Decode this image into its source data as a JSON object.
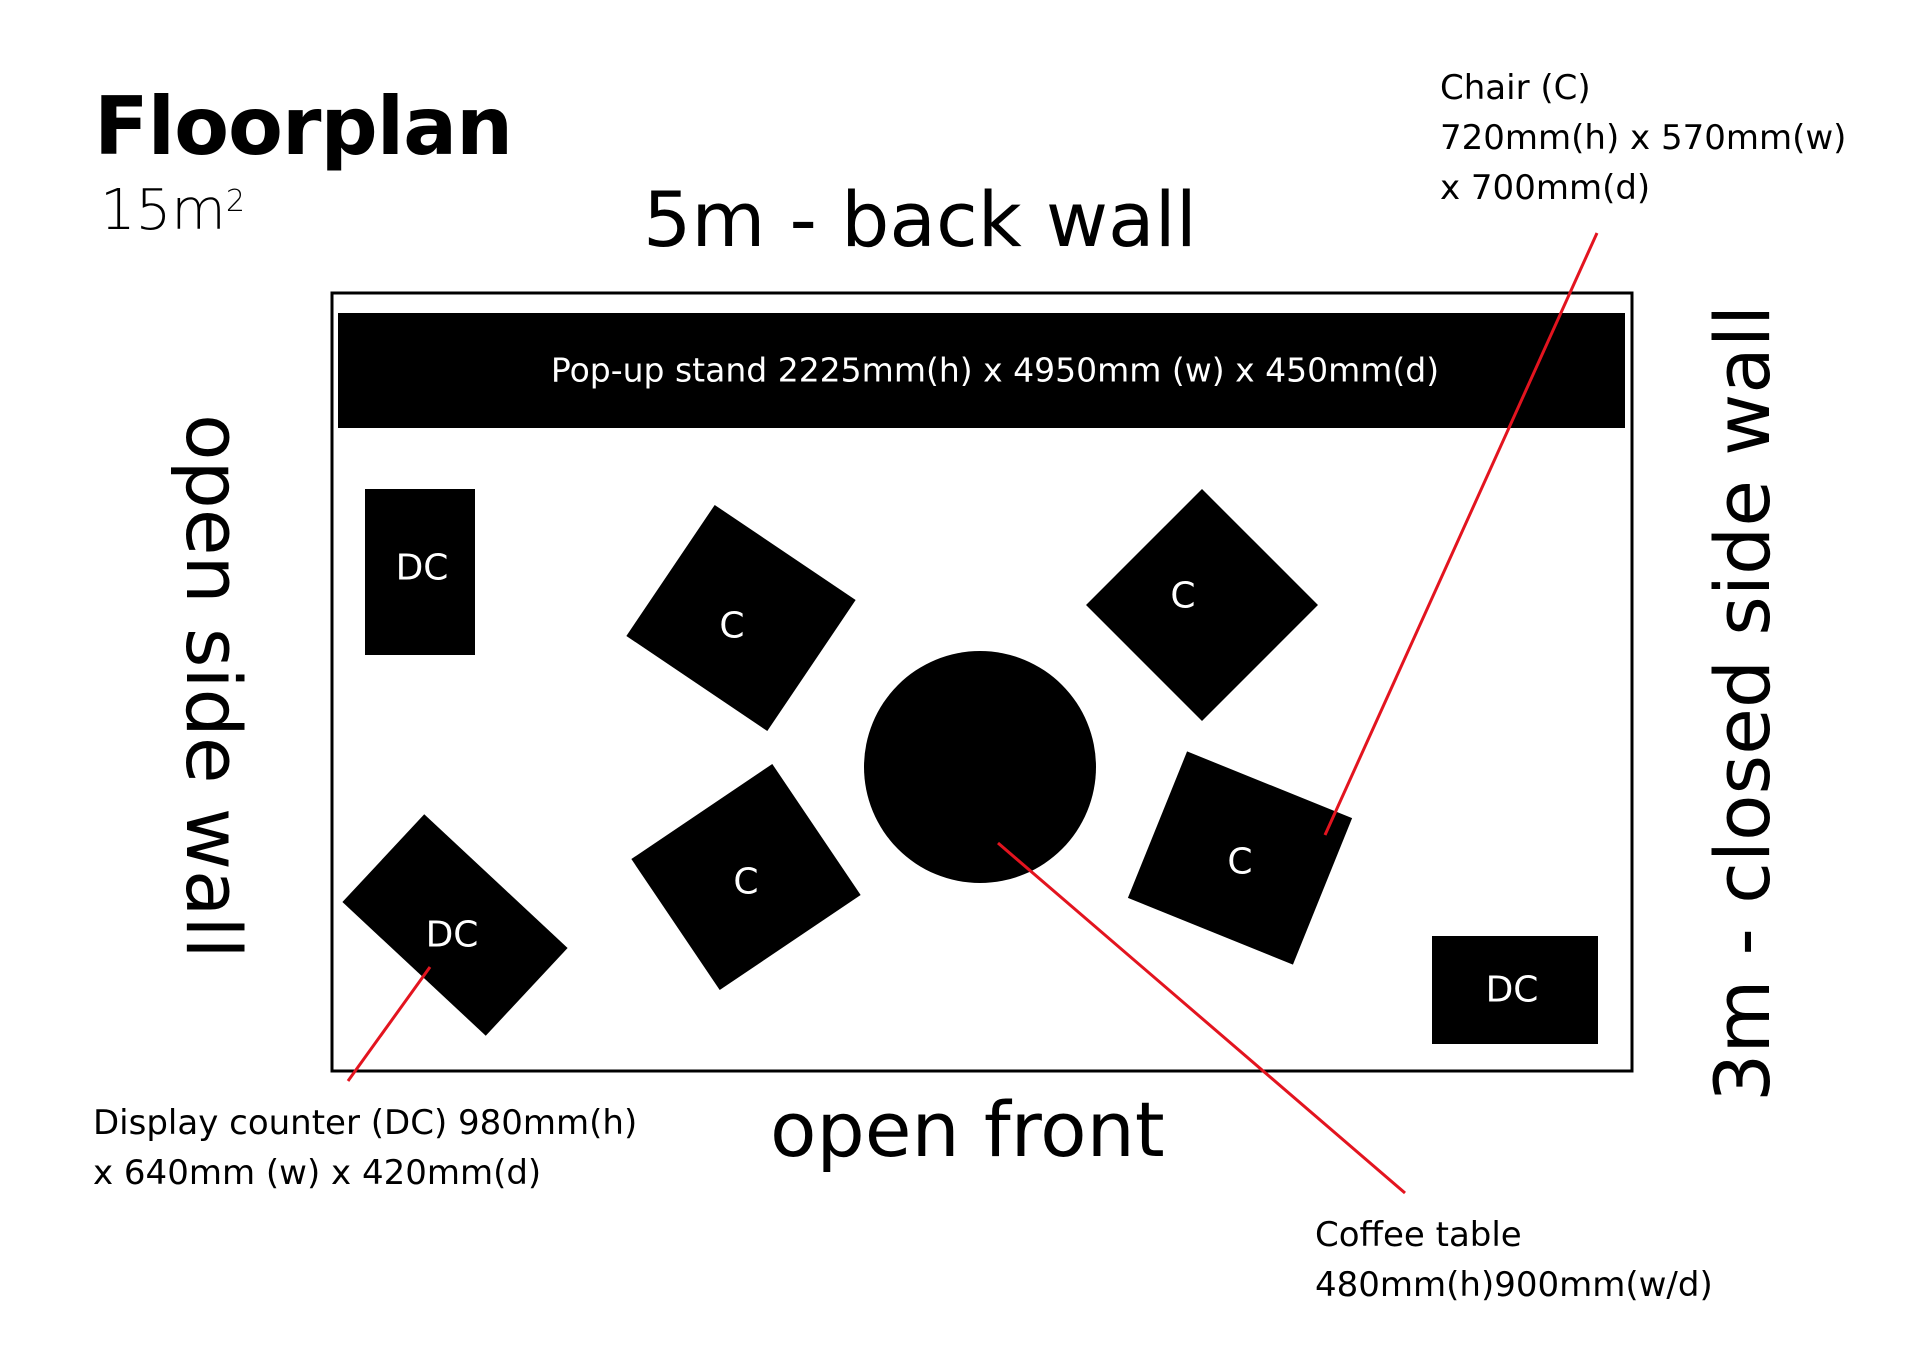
{
  "title": "Floorplan",
  "area": {
    "value": "15m",
    "superscript": "2"
  },
  "walls": {
    "back": "5m - back wall",
    "front": "open front",
    "left": "open side wall",
    "right": "3m - closed side wall"
  },
  "stand": {
    "label": "Pop-up stand 2225mm(h) x 4950mm (w) x 450mm(d)"
  },
  "furniture": {
    "dc_label": "DC",
    "chair_label": "C"
  },
  "annotations": {
    "chair": [
      "Chair (C)",
      "720mm(h) x 570mm(w)",
      "x  700mm(d)"
    ],
    "counter": [
      "Display counter (DC) 980mm(h)",
      "x 640mm (w) x 420mm(d)"
    ],
    "table": [
      "Coffee table",
      "480mm(h)900mm(w/d)"
    ]
  },
  "colors": {
    "fill": "#000000",
    "leader": "#e3141f",
    "background": "#ffffff"
  }
}
